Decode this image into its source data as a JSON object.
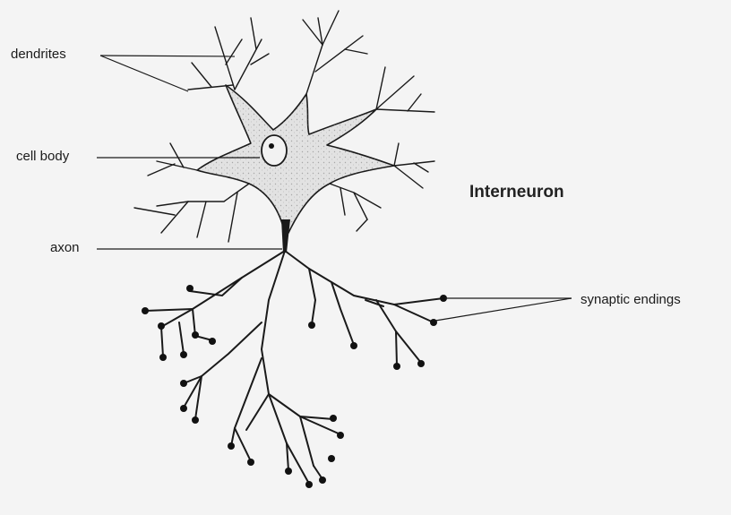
{
  "figure": {
    "title": "Interneuron",
    "labels": {
      "dendrites": "dendrites",
      "cell_body": "cell body",
      "axon": "axon",
      "synaptic_endings": "synaptic endings"
    },
    "colors": {
      "background": "#f4f4f4",
      "ink": "#1a1a1a",
      "soma_fill": "#e2e2e2"
    }
  }
}
